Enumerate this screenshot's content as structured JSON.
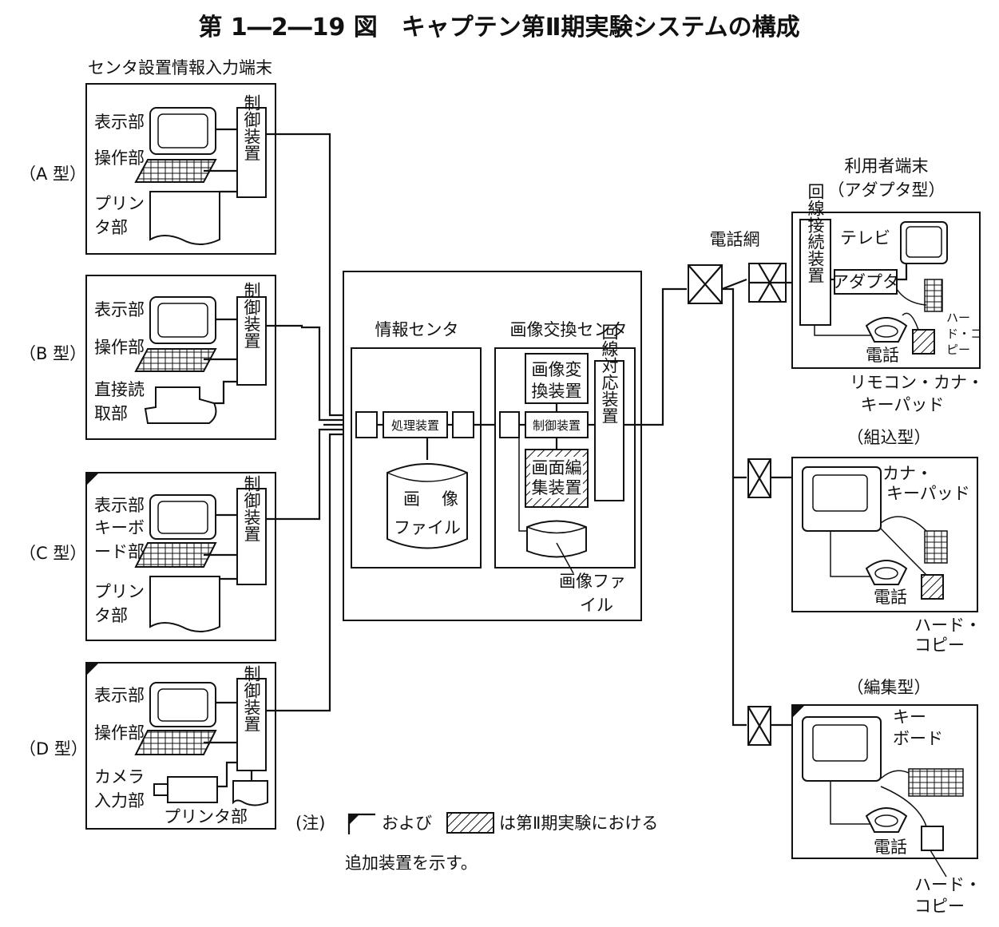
{
  "title": "第 1―2―19 図　キャプテン第Ⅱ期実験システムの構成",
  "left": {
    "header": "センタ設置情報入力端末",
    "types": {
      "A": {
        "label": "（A 型）",
        "display": "表示部",
        "operation": "操作部",
        "printer1": "プリン",
        "printer2": "タ部",
        "control": "制御装置"
      },
      "B": {
        "label": "（B 型）",
        "display": "表示部",
        "operation": "操作部",
        "reader1": "直接読",
        "reader2": "取部",
        "control": "制御装置"
      },
      "C": {
        "label": "（C 型）",
        "display": "表示部",
        "kb1": "キーボ",
        "kb2": "ード部",
        "printer1": "プリン",
        "printer2": "タ部",
        "control": "制御装置"
      },
      "D": {
        "label": "（D 型）",
        "display": "表示部",
        "operation": "操作部",
        "camera1": "カメラ",
        "camera2": "入力部",
        "printer": "プリンタ部",
        "control": "制御装置"
      }
    }
  },
  "center": {
    "info_center": "情報センタ",
    "image_exchange": "画像交換センタ",
    "processing": "処理装置",
    "image_file_1": "画",
    "image_file_2": "像",
    "image_file_3": "ファイル",
    "image_conv1": "画像変",
    "image_conv2": "換装置",
    "control": "制御装置",
    "edit1": "画面編",
    "edit2": "集装置",
    "line_handler": "回線対応装置",
    "image_file_b1": "画像ファ",
    "image_file_b2": "イル"
  },
  "network": "電話網",
  "right": {
    "user_header1": "利用者端末",
    "user_header2": "（アダプタ型）",
    "adapter": {
      "line_conn": "回線接続装置",
      "tv": "テレビ",
      "adapter": "アダプタ",
      "phone": "電話",
      "hc1": "ハー",
      "hc2": "ド・コ",
      "hc3": "ピー",
      "remote1": "リモコン・カナ・",
      "remote2": "キーパッド"
    },
    "builtin": {
      "label": "（組込型）",
      "kana1": "カナ・",
      "kana2": "キーパッド",
      "phone": "電話",
      "hc1": "ハード・",
      "hc2": "コピー"
    },
    "edit": {
      "label": "（編集型）",
      "kb1": "キー",
      "kb2": "ボード",
      "phone": "電話",
      "hc1": "ハード・",
      "hc2": "コピー"
    }
  },
  "note": {
    "prefix": "(注)",
    "mid": "および",
    "suffix": "は第Ⅱ期実験における",
    "line2": "追加装置を示す。"
  }
}
